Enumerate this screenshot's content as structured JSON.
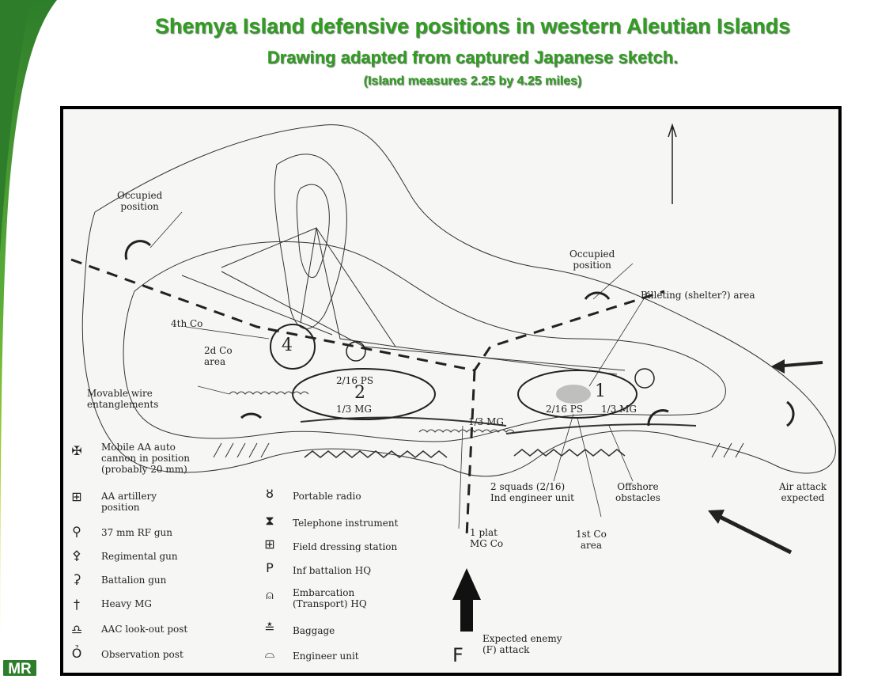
{
  "header": {
    "title": "Shemya Island defensive positions in western Aleutian Islands",
    "subtitle": "Drawing adapted from captured Japanese sketch.",
    "note": "(Island measures 2.25 by 4.25 miles)"
  },
  "logo": {
    "text": "MR",
    "color": "#2e7d2a"
  },
  "colors": {
    "title_green": "#2e9e1f",
    "sidebar_dark": "#2e7d2a",
    "sidebar_light": "#7cc242",
    "sidebar_yellow": "#f5e400"
  },
  "map": {
    "labels": {
      "occupied_position_left": [
        "Occupied",
        "position"
      ],
      "occupied_position_right": [
        "Occupied",
        "position"
      ],
      "billeting": "Billeting (shelter?) area",
      "fourth_co": "4th Co",
      "second_co": [
        "2d Co",
        "area"
      ],
      "movable_wire": [
        "Movable wire",
        "entanglements"
      ],
      "two_squads": [
        "2 squads (2/16)",
        "Ind engineer unit"
      ],
      "offshore": [
        "Offshore",
        "obstacles"
      ],
      "air_attack": [
        "Air attack",
        "expected"
      ],
      "plat": [
        "1 plat",
        "MG Co"
      ],
      "first_co": [
        "1st Co",
        "area"
      ],
      "enemy": [
        "Expected enemy",
        "(F) attack"
      ],
      "enemy_letter": "F",
      "num4": "4",
      "num2": "2",
      "num1": "1",
      "ps_2_16": "2/16 PS",
      "mg_1_3": "1/3 MG"
    },
    "legend_left": [
      {
        "icon": "mobile-aa-cannon-icon",
        "glyph": "✠",
        "label": [
          "Mobile AA auto",
          "cannon in position",
          "(probably 20 mm)"
        ]
      },
      {
        "icon": "aa-artillery-icon",
        "glyph": "⊞",
        "label": [
          "AA artillery",
          "position"
        ]
      },
      {
        "icon": "37mm-rf-gun-icon",
        "glyph": "⚲",
        "label": [
          "37 mm RF gun"
        ]
      },
      {
        "icon": "regimental-gun-icon",
        "glyph": "⚴",
        "label": [
          "Regimental gun"
        ]
      },
      {
        "icon": "battalion-gun-icon",
        "glyph": "⚳",
        "label": [
          "Battalion gun"
        ]
      },
      {
        "icon": "heavy-mg-icon",
        "glyph": "†",
        "label": [
          "Heavy MG"
        ]
      },
      {
        "icon": "aac-lookout-icon",
        "glyph": "♎",
        "label": [
          "AAC look-out post"
        ]
      },
      {
        "icon": "observation-post-icon",
        "glyph": "Ỏ",
        "label": [
          "Observation post"
        ]
      }
    ],
    "legend_right": [
      {
        "icon": "portable-radio-icon",
        "glyph": "ȣ",
        "label": [
          "Portable radio"
        ]
      },
      {
        "icon": "telephone-icon",
        "glyph": "⧗",
        "label": [
          "Telephone instrument"
        ]
      },
      {
        "icon": "field-dressing-icon",
        "glyph": "⊞",
        "label": [
          "Field dressing station"
        ]
      },
      {
        "icon": "inf-battalion-hq-icon",
        "glyph": "P",
        "label": [
          "Inf battalion HQ"
        ]
      },
      {
        "icon": "embarcation-hq-icon",
        "glyph": "⍝",
        "label": [
          "Embarcation",
          "(Transport) HQ"
        ]
      },
      {
        "icon": "baggage-icon",
        "glyph": "≛",
        "label": [
          "Baggage"
        ]
      },
      {
        "icon": "engineer-unit-icon",
        "glyph": "⌓",
        "label": [
          "Engineer unit"
        ]
      }
    ]
  }
}
